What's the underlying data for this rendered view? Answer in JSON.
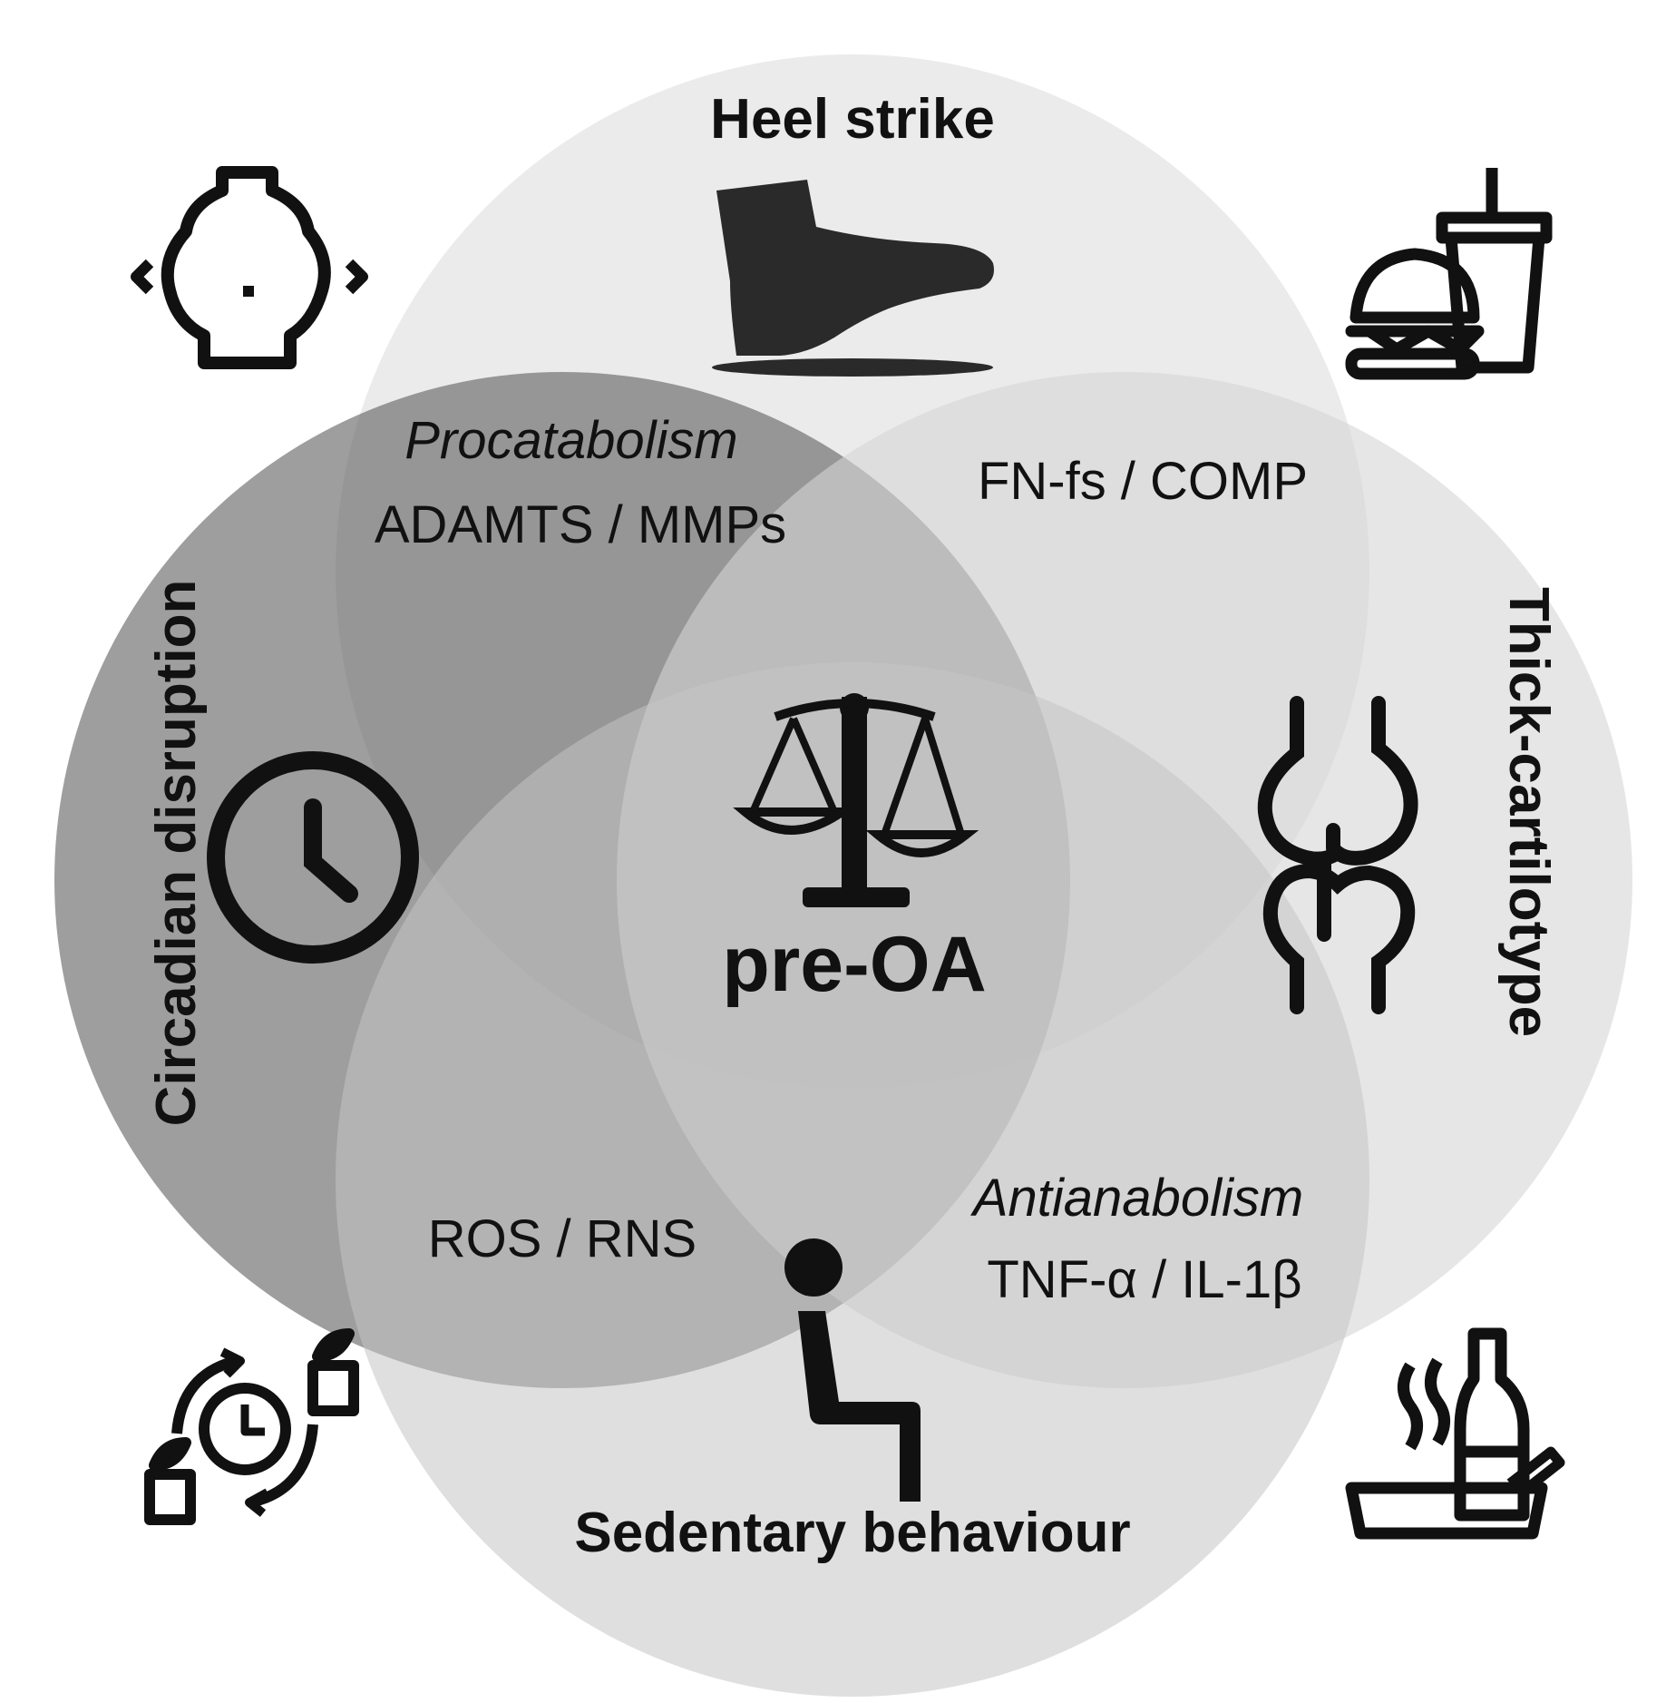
{
  "colors": {
    "circle_top": "#e8e8e8",
    "circle_left": "#5e5e5e",
    "circle_right": "#d6d6d6",
    "circle_bottom": "#c4c4c4",
    "ink": "#111111"
  },
  "icons": {
    "top_left": "obesity-body-icon",
    "top_right": "fast-food-icon",
    "bottom_left": "shift-work-schedule-icon",
    "bottom_right": "smoking-alcohol-icon",
    "top": "foot-icon",
    "left": "clock-icon",
    "right": "knee-joint-icon",
    "bottom": "sitting-person-icon",
    "center": "balance-scale-icon"
  },
  "labels": {
    "top_title": "Heel strike",
    "bottom_title": "Sedentary behaviour",
    "left_title": "Circadian disruption",
    "right_title": "Thick-cartilotype",
    "procatabolism": "Procatabolism",
    "adamts_mmps": "ADAMTS / MMPs",
    "fn_comp": "FN-fs / COMP",
    "ros_rns": "ROS / RNS",
    "antianabolism": "Antianabolism",
    "tnf_il": "TNF-α / IL-1β",
    "center": "pre-OA"
  }
}
